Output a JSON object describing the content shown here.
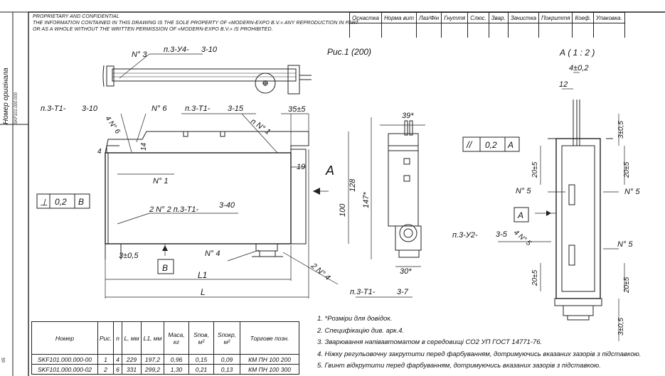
{
  "notice": {
    "line1": "PROPRIETARY AND CONFIDENTIAL",
    "line2": "THE INFORMATION CONTAINED IN THIS DRAWING IS THE SOLE PROPERTY OF «MODERN-EXPO B.V.»  ANY REPRODUCTION IN PART",
    "line3": "OR AS A WHOLE WITHOUT THE WRITTEN PERMISSION OF «MODERN-EXPO B.V.» IS PROHIBITED."
  },
  "side": {
    "label": "Номер оригінала",
    "code": "SKF101.000.000",
    "bottom": "05"
  },
  "operations": [
    "Оснастка",
    "Норма вит",
    "Лаз/Фін",
    "Гнуття",
    "Слюс.",
    "Звар.",
    "Зачистка",
    "Покриття",
    "Коеф.",
    "Упаковка."
  ],
  "drawing": {
    "view_title": "Рис.1 (200)",
    "detail_title": "А ( 1 : 2 )",
    "weld": {
      "n3": "п.3-У4-",
      "n3_len": "3-10",
      "t1a": "п.3-Т1-",
      "t1a_len": "3-10",
      "t1b": "п.3-Т1-",
      "t1b_len": "3-15",
      "t1c": "2 N° 2 п.3-Т1-",
      "t1c_len": "3-40",
      "t1d": "п.3-Т1-",
      "t1d_len": "3-7",
      "u2": "п.3-У2-",
      "u2_len": "3-5"
    },
    "labels": {
      "n3": "N° 3",
      "n6": "N° 6",
      "n1a": "n N° 1",
      "n6b": "4 N° 6",
      "n1b": "N° 1",
      "n4": "N° 4",
      "n4b": "2 N° 4",
      "n5a": "N° 5",
      "n5b": "N° 5",
      "n5c": "4 N° 5",
      "n5d": "N° 5"
    },
    "dims": {
      "d35": "35±5",
      "d19": "19",
      "d4": "4",
      "d14": "14",
      "d128": "128",
      "d100": "100",
      "d147": "147*",
      "d39": "39*",
      "d30": "30*",
      "d3": "3±0,5",
      "L1": "L1",
      "L": "L",
      "A_view": "А",
      "B": "В",
      "a4": "4±0,2",
      "a12": "12",
      "a3top": "3±0,5",
      "a20l": "20±5",
      "a20r": "20±5",
      "a20bl": "20±5",
      "a20br": "20±5",
      "a3bot": "3±0,5"
    },
    "tol": {
      "perp_sym": "⊥",
      "perp_val": "0,2",
      "perp_ref": "В",
      "par_sym": "//",
      "par_val": "0,2",
      "par_ref": "А",
      "datum_a": "А"
    }
  },
  "notes": [
    "1. *Розміри для довідок.",
    "2. Специфікацію див. арк.4.",
    "3. Зварювання напівавтоматом в середовищі СО2 УП ГОСТ 14771-76.",
    "4. Ніжку регульовочну закрутити перед фарбуванням, дотримуючись вказаних зазорів з підставкою.",
    "5. Гвинт відкрутити перед фарбуванням, дотримуючись вказаних зазорів з підставкою."
  ],
  "parts_table": {
    "headers": [
      "Номер",
      "Рис.",
      "n",
      "L, мм",
      "L1, мм",
      "Маса, кг",
      "Sпов, м²",
      "Sпокр, м²",
      "Торгове позн."
    ],
    "rows": [
      [
        "SKF101.000.000-00",
        "1",
        "4",
        "229",
        "197,2",
        "0,96",
        "0,15",
        "0,09",
        "КМ ПН 100 200"
      ],
      [
        "SKF101.000.000-02",
        "2",
        "6",
        "331",
        "299,2",
        "1,30",
        "0,21",
        "0,13",
        "КМ ПН 100 300"
      ]
    ]
  }
}
